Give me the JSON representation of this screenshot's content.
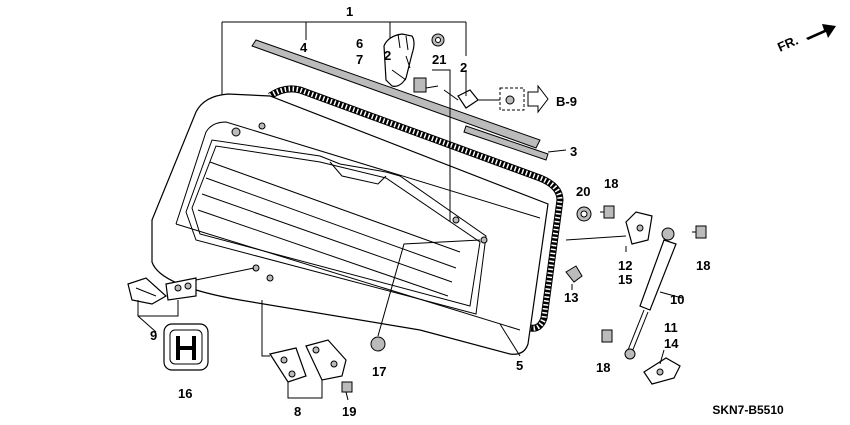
{
  "diagram_code": "SKN7-B5510",
  "direction_label": "FR.",
  "ref_label": "B-9",
  "callouts": {
    "c1": "1",
    "c2a": "2",
    "c2b": "2",
    "c3": "3",
    "c4": "4",
    "c5": "5",
    "c6": "6",
    "c7": "7",
    "c8": "8",
    "c9": "9",
    "c10": "10",
    "c11": "11",
    "c12": "12",
    "c13": "13",
    "c14": "14",
    "c15": "15",
    "c16": "16",
    "c17": "17",
    "c18a": "18",
    "c18b": "18",
    "c18c": "18",
    "c19": "19",
    "c20": "20",
    "c21": "21"
  }
}
